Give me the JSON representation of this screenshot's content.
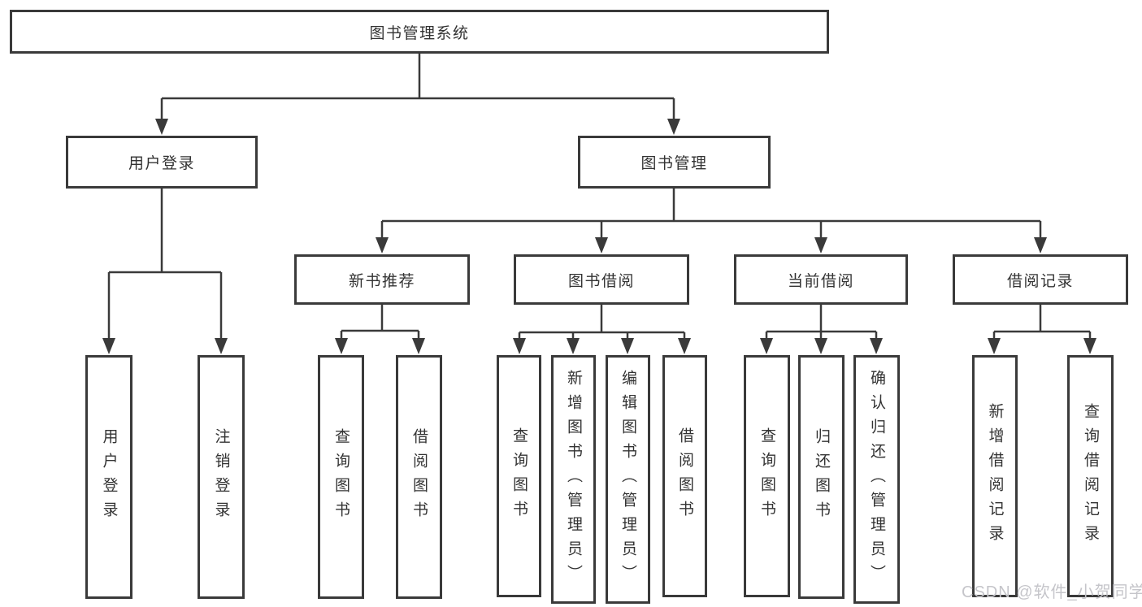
{
  "diagram": {
    "type": "hierarchy-tree",
    "colors": {
      "background": "#ffffff",
      "line": "#3a3a3a",
      "box_border": "#3a3a3a",
      "box_fill": "#ffffff",
      "text": "#333333",
      "watermark": "#c5c5ca"
    },
    "nodes": {
      "root": "图书管理系统",
      "user_login": "用户登录",
      "book_management": "图书管理",
      "user_login_leaf": "用户登录",
      "logout_leaf": "注销登录",
      "new_book_recommend": "新书推荐",
      "book_borrowing": "图书借阅",
      "current_borrowing": "当前借阅",
      "borrowing_records": "借阅记录",
      "nb_query_books": "查询图书",
      "nb_borrow_books": "借阅图书",
      "bb_query_books": "查询图书",
      "bb_add_books": "新增图书（管理员）",
      "bb_edit_books": "编辑图书（管理员）",
      "bb_borrow_books": "借阅图书",
      "cb_query_books": "查询图书",
      "cb_return_books": "归还图书",
      "cb_confirm_return": "确认归还（管理员）",
      "br_add_record": "新增借阅记录",
      "br_query_record": "查询借阅记录"
    },
    "structure": {
      "图书管理系统": {
        "用户登录": [
          "用户登录",
          "注销登录"
        ],
        "图书管理": {
          "新书推荐": [
            "查询图书",
            "借阅图书"
          ],
          "图书借阅": [
            "查询图书",
            "新增图书（管理员）",
            "编辑图书（管理员）",
            "借阅图书"
          ],
          "当前借阅": [
            "查询图书",
            "归还图书",
            "确认归还（管理员）"
          ],
          "借阅记录": [
            "新增借阅记录",
            "查询借阅记录"
          ]
        }
      }
    },
    "watermark": "CSDN @软件_小贺同学"
  }
}
